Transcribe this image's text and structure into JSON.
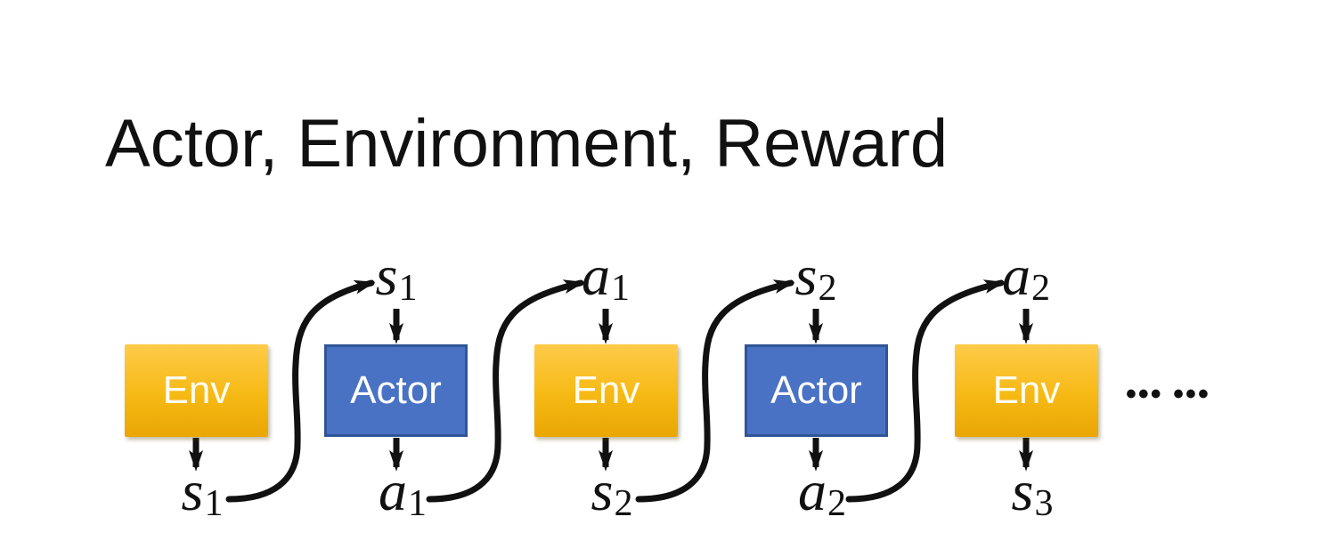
{
  "title": "Actor, Environment, Reward",
  "diagram": {
    "boxes": [
      {
        "id": "env-1",
        "label": "Env"
      },
      {
        "id": "actor-1",
        "label": "Actor"
      },
      {
        "id": "env-2",
        "label": "Env"
      },
      {
        "id": "actor-2",
        "label": "Actor"
      },
      {
        "id": "env-3",
        "label": "Env"
      }
    ],
    "top_labels": [
      {
        "base": "s",
        "sub": "1"
      },
      {
        "base": "a",
        "sub": "1"
      },
      {
        "base": "s",
        "sub": "2"
      },
      {
        "base": "a",
        "sub": "2"
      }
    ],
    "bottom_labels": [
      {
        "base": "s",
        "sub": "1"
      },
      {
        "base": "a",
        "sub": "1"
      },
      {
        "base": "s",
        "sub": "2"
      },
      {
        "base": "a",
        "sub": "2"
      },
      {
        "base": "s",
        "sub": "3"
      }
    ],
    "continuation": "••• •••"
  },
  "colors": {
    "env_gradient_top": "#FFCB49",
    "env_gradient_bottom": "#EAA604",
    "actor_fill": "#4A72C4",
    "actor_border": "#2F5597",
    "box_text": "#FFFFFF",
    "arrow": "#111111",
    "title_text": "#111111",
    "background": "#FFFFFF"
  }
}
